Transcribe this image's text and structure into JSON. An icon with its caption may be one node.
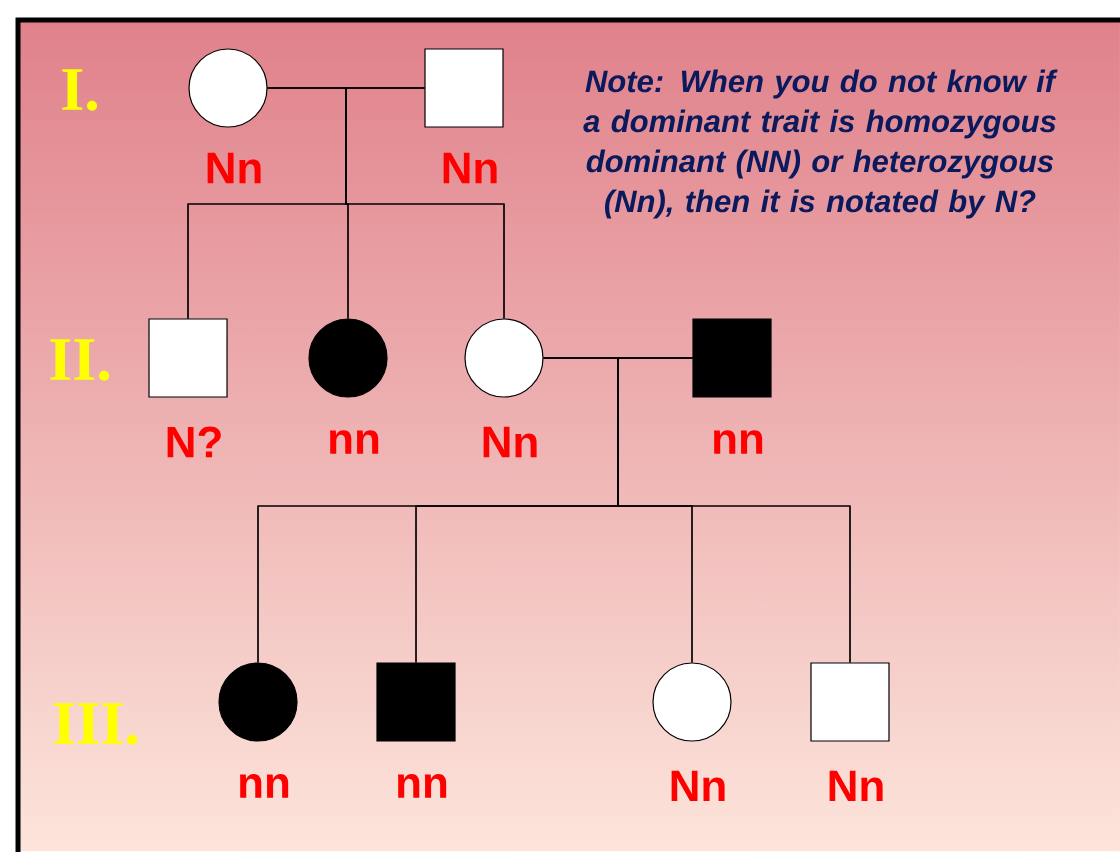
{
  "diagram": {
    "nodes": [
      {
        "text": [],
        "shape": "circle",
        "beside": [
          "Nn"
        ]
      },
      {
        "text": [],
        "shape": "box",
        "beside": [
          "Nn"
        ]
      },
      {
        "text": [],
        "shape": "box",
        "beside": [
          "N?"
        ]
      },
      {
        "text": [],
        "shape": "circle",
        "beside": [
          "nn"
        ]
      },
      {
        "text": [],
        "shape": "circle",
        "beside": [
          "Nn"
        ]
      },
      {
        "text": [],
        "shape": "box",
        "beside": [
          "nn"
        ]
      },
      {
        "text": [],
        "shape": "circle",
        "beside": [
          "nn"
        ]
      },
      {
        "text": [],
        "shape": "box",
        "beside": [
          "nn"
        ]
      },
      {
        "text": [],
        "shape": "circle",
        "beside": [
          "Nn"
        ]
      },
      {
        "text": [],
        "shape": "box",
        "beside": [
          "Nn"
        ]
      }
    ],
    "edges": [
      {
        "from": 0,
        "to": 1,
        "arrow": "none"
      },
      {
        "from": 0,
        "to": 2,
        "arrow": "none"
      },
      {
        "from": 0,
        "to": 3,
        "arrow": "none"
      },
      {
        "from": 0,
        "to": 4,
        "arrow": "none"
      },
      {
        "from": 1,
        "to": 2,
        "arrow": "none"
      },
      {
        "from": 1,
        "to": 3,
        "arrow": "none"
      },
      {
        "from": 1,
        "to": 4,
        "arrow": "none"
      },
      {
        "from": 4,
        "to": 5,
        "arrow": "none"
      },
      {
        "from": 4,
        "to": 6,
        "arrow": "none"
      },
      {
        "from": 4,
        "to": 7,
        "arrow": "none"
      },
      {
        "from": 4,
        "to": 8,
        "arrow": "none"
      },
      {
        "from": 4,
        "to": 9,
        "arrow": "none"
      },
      {
        "from": 5,
        "to": 6,
        "arrow": "none"
      },
      {
        "from": 5,
        "to": 7,
        "arrow": "none"
      },
      {
        "from": 5,
        "to": 8,
        "arrow": "none"
      },
      {
        "from": 5,
        "to": 9,
        "arrow": "none"
      }
    ],
    "labels": [
      "I.",
      "Note: When you do not know if a dominant trait is homozygous dominant (NN) or heterozygous (Nn), then it is notated by N?",
      "II.",
      "III."
    ]
  }
}
